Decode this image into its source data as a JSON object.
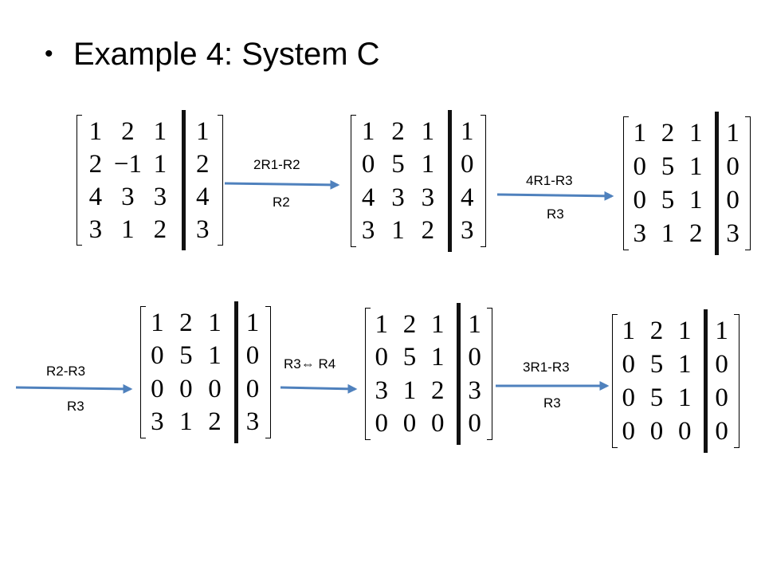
{
  "slide": {
    "title": "Example 4: System C",
    "bullet": "•"
  },
  "matrices": [
    {
      "rows": [
        [
          "1",
          "2",
          "1",
          "1"
        ],
        [
          "2",
          "−1",
          "1",
          "2"
        ],
        [
          "4",
          "3",
          "3",
          "4"
        ],
        [
          "3",
          "1",
          "2",
          "3"
        ]
      ]
    },
    {
      "rows": [
        [
          "1",
          "2",
          "1",
          "1"
        ],
        [
          "0",
          "5",
          "1",
          "0"
        ],
        [
          "4",
          "3",
          "3",
          "4"
        ],
        [
          "3",
          "1",
          "2",
          "3"
        ]
      ]
    },
    {
      "rows": [
        [
          "1",
          "2",
          "1",
          "1"
        ],
        [
          "0",
          "5",
          "1",
          "0"
        ],
        [
          "0",
          "5",
          "1",
          "0"
        ],
        [
          "3",
          "1",
          "2",
          "3"
        ]
      ]
    },
    {
      "rows": [
        [
          "1",
          "2",
          "1",
          "1"
        ],
        [
          "0",
          "5",
          "1",
          "0"
        ],
        [
          "0",
          "0",
          "0",
          "0"
        ],
        [
          "3",
          "1",
          "2",
          "3"
        ]
      ]
    },
    {
      "rows": [
        [
          "1",
          "2",
          "1",
          "1"
        ],
        [
          "0",
          "5",
          "1",
          "0"
        ],
        [
          "3",
          "1",
          "2",
          "3"
        ],
        [
          "0",
          "0",
          "0",
          "0"
        ]
      ]
    },
    {
      "rows": [
        [
          "1",
          "2",
          "1",
          "1"
        ],
        [
          "0",
          "5",
          "1",
          "0"
        ],
        [
          "0",
          "5",
          "1",
          "0"
        ],
        [
          "0",
          "0",
          "0",
          "0"
        ]
      ]
    }
  ],
  "operations": [
    {
      "top": "2R1-R2",
      "bottom": "R2"
    },
    {
      "top": "4R1-R3",
      "bottom": "R3"
    },
    {
      "top": "R2-R3",
      "bottom": "R3"
    },
    {
      "top": "R3⇔ R4",
      "bottom": ""
    },
    {
      "top": "3R1-R3",
      "bottom": "R3"
    }
  ],
  "colors": {
    "arrow": "#4F81BD",
    "text": "#000000",
    "augment_bar": "#111111"
  }
}
